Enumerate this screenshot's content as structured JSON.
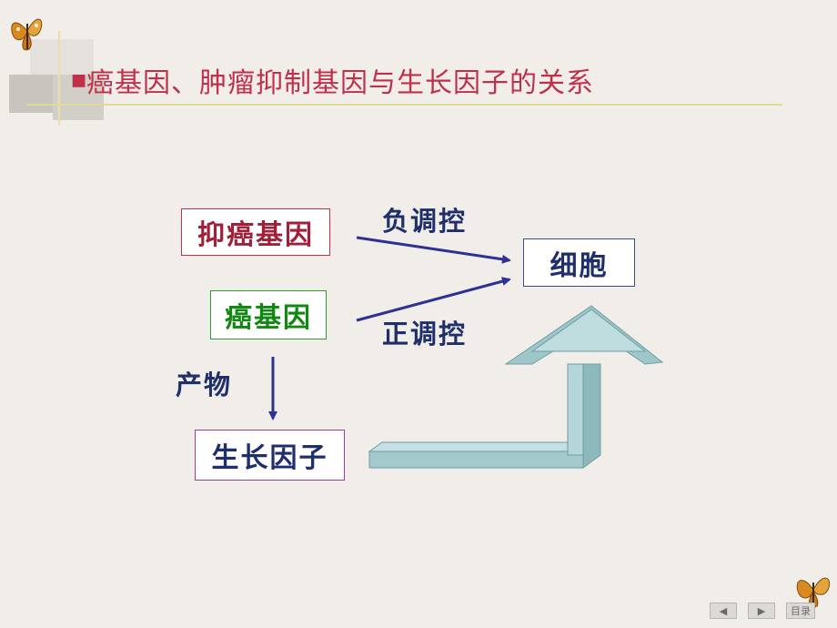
{
  "slide": {
    "title": "癌基因、肿瘤抑制基因与生长因子的关系",
    "title_bullet": "■",
    "boxes": {
      "suppressor_gene": "抑癌基因",
      "oncogene": "癌基因",
      "growth_factor": "生长因子",
      "cell": "细胞"
    },
    "labels": {
      "negative_regulation": "负调控",
      "positive_regulation": "正调控",
      "product": "产物"
    }
  },
  "nav": {
    "prev": "◀",
    "next": "▶",
    "toc": "目录"
  },
  "colors": {
    "title": "#C0304A",
    "suppressor": "#A0203A",
    "oncogene": "#118811",
    "growth": "#1F2F6B",
    "cell": "#1F2F6B",
    "arrow": "#2E3192",
    "teal": "#A9D0D3"
  },
  "icons": [
    "butterfly-icon",
    "prev-arrow-icon",
    "next-arrow-icon"
  ]
}
